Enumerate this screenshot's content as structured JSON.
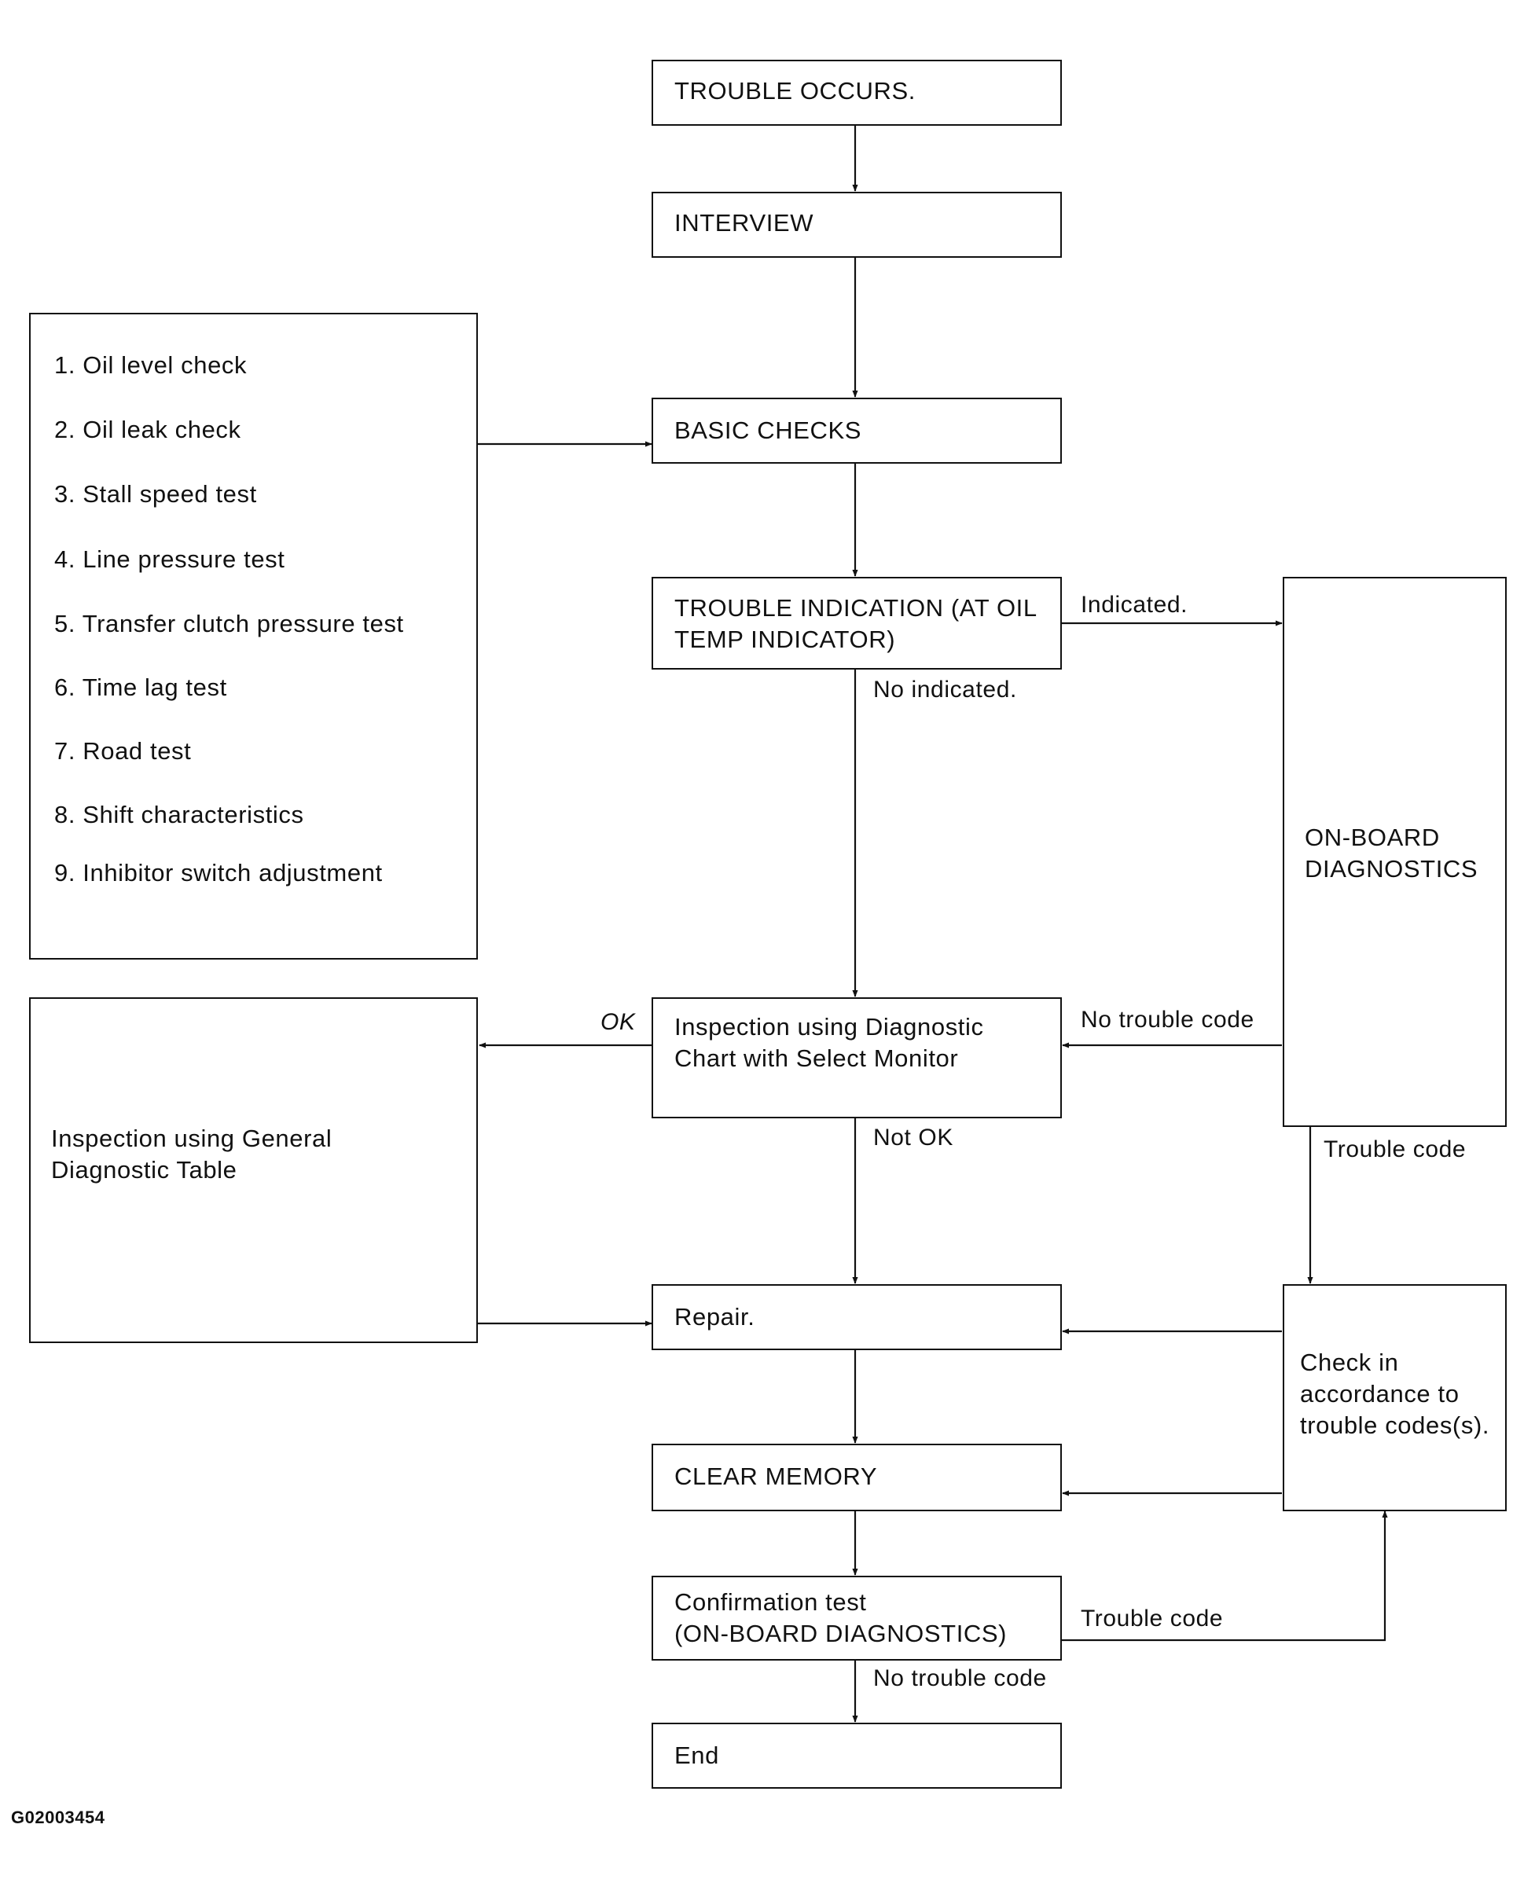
{
  "nodes": {
    "trouble_occurs": "TROUBLE OCCURS.",
    "interview": "INTERVIEW",
    "basic_checks": "BASIC CHECKS",
    "trouble_indication": "TROUBLE INDICATION (AT OIL\nTEMP INDICATOR)",
    "inspection_select_monitor": "Inspection using Diagnostic\nChart with Select Monitor",
    "repair": "Repair.",
    "clear_memory": "CLEAR MEMORY",
    "confirmation_test": "Confirmation test\n(ON-BOARD DIAGNOSTICS)",
    "end": "End",
    "on_board_diagnostics": "ON-BOARD\nDIAGNOSTICS",
    "check_trouble_codes": "Check in\naccordance to\ntrouble codes(s).",
    "general_diagnostic_table": "Inspection using General\nDiagnostic Table"
  },
  "basic_check_list": [
    "1. Oil level check",
    "2. Oil leak check",
    "3. Stall speed test",
    "4. Line pressure test",
    "5. Transfer clutch pressure test",
    "6. Time lag test",
    "7. Road test",
    "8. Shift characteristics",
    "9. Inhibitor switch adjustment"
  ],
  "edge_labels": {
    "indicated": "Indicated.",
    "no_indicated": "No indicated.",
    "ok": "OK",
    "not_ok": "Not OK",
    "no_trouble_code_obd": "No trouble code",
    "trouble_code_obd": "Trouble code",
    "trouble_code_confirm": "Trouble code",
    "no_trouble_code_confirm": "No trouble code"
  },
  "figure_code": "G02003454"
}
